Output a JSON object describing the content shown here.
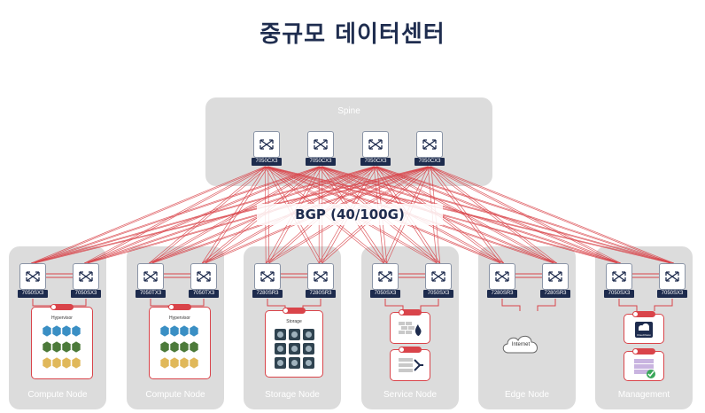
{
  "title": "중규모 데이터센터",
  "spine": {
    "label": "Spine",
    "switches": [
      "7050CX3",
      "7050CX3",
      "7050CX3",
      "7050CX3"
    ]
  },
  "fabric_label": "BGP (40/100G)",
  "colors": {
    "link": "#d9444a",
    "panel": "#dcdcdc",
    "tag": "#1d2b4d",
    "title": "#1f2d4f"
  },
  "nodes": [
    {
      "label": "Compute Node",
      "switches": [
        "7050SX3",
        "7050SX3"
      ],
      "module": "Hypervisor"
    },
    {
      "label": "Compute Node",
      "switches": [
        "7050TX3",
        "7050TX3"
      ],
      "module": "Hypervisor"
    },
    {
      "label": "Storage Node",
      "switches": [
        "7280SR3",
        "7280SR3"
      ],
      "module": "Storage"
    },
    {
      "label": "Service Node",
      "switches": [
        "7050SX3",
        "7050SX3"
      ],
      "module": ""
    },
    {
      "label": "Edge Node",
      "switches": [
        "7280SR3",
        "7280SR3"
      ],
      "module": "Internet"
    },
    {
      "label": "Management",
      "switches": [
        "7050SX3",
        "7050SX3"
      ],
      "module": "CloudVision"
    }
  ]
}
